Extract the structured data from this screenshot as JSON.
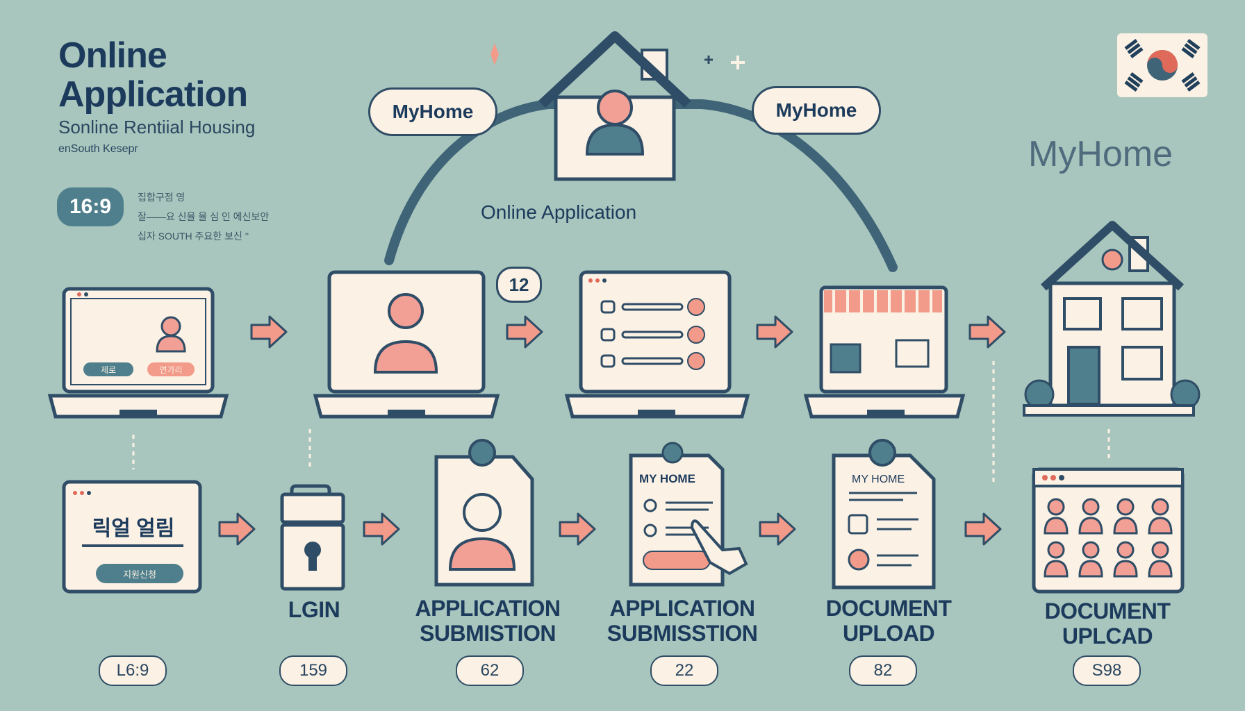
{
  "header": {
    "title_line1": "Online",
    "title_line2": "Application",
    "subtitle": "Sonline Rentiial Housing",
    "subtitle2": "enSouth Kesepr"
  },
  "ratio_badge": "16:9",
  "notes": [
    "집합구점 영",
    "잘——요 신율 율 심 인 에신보안",
    "십자 SOUTH 주요한 보신 ''"
  ],
  "clouds": {
    "left": "MyHome",
    "right": "MyHome"
  },
  "brand": "MyHome",
  "center_label": "Online Application",
  "step_badge": "12",
  "top_screen_texts": {
    "left_btn_1": "제로",
    "left_btn_2": "연가리"
  },
  "bottom_cards": {
    "card1_text": "릭얼 얼림",
    "card1_btn": "지원신청",
    "form_header": "MY HOME",
    "doc_header": "MY HOME"
  },
  "steps": [
    {
      "label": "",
      "pill": "L6:9"
    },
    {
      "label": "LGIN",
      "pill": "159"
    },
    {
      "label": "APPLICATION\nSUBMISTION",
      "pill": "62"
    },
    {
      "label": "APPLICATION\nSUBMISSTION",
      "pill": "22"
    },
    {
      "label": "DOCUMENT\nUPLOAD",
      "pill": "82"
    },
    {
      "label": "DOCUMENT\nUPLCAD",
      "pill": "S98"
    }
  ],
  "colors": {
    "background": "#a8c6bd",
    "outline": "#2f4d66",
    "cream": "#fbf1e4",
    "accent_pink": "#f29b8a",
    "person_pink": "#f2a096",
    "teal": "#4f7f8c"
  }
}
